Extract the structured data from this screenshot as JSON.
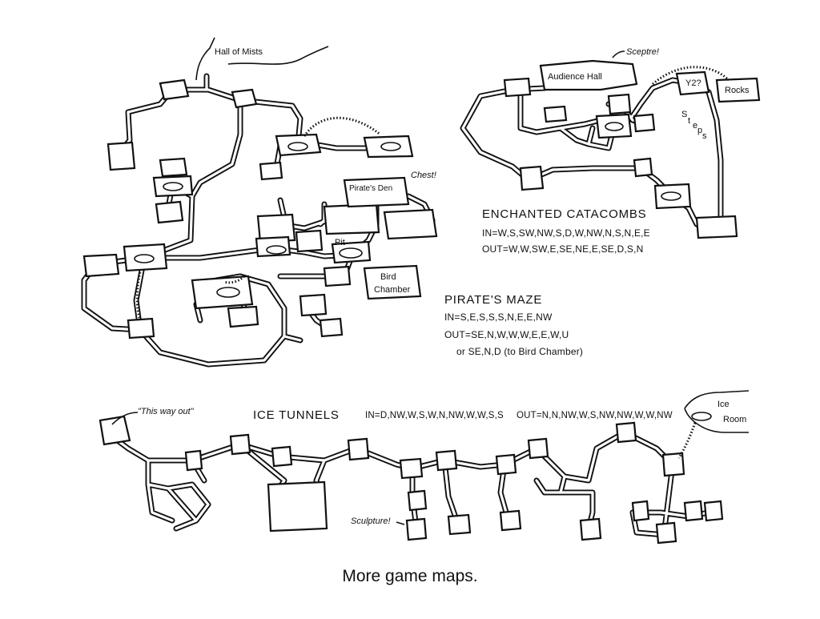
{
  "maps": {
    "pirates_maze": {
      "title": "PIRATE'S MAZE",
      "in_line": "IN=S,E,S,S,S,N,E,E,NW",
      "out_line": "OUT=SE,N,W,W,W,E,E,W,U",
      "alt_line": "or SE,N,D (to Bird Chamber)",
      "labels": {
        "hall_of_mists": "Hall of Mists",
        "pirates_den": "Pirate's Den",
        "chest": "Chest!",
        "pit": "Pit",
        "bird_chamber_1": "Bird",
        "bird_chamber_2": "Chamber"
      }
    },
    "enchanted_catacombs": {
      "title": "ENCHANTED CATACOMBS",
      "in_line": "IN=W,S,SW,NW,S,D,W,NW,N,S,N,E,E",
      "out_line": "OUT=W,W,SW,E,SE,NE,E,SE,D,S,N",
      "labels": {
        "audience_hall": "Audience Hall",
        "sceptre": "Sceptre!",
        "y2": "Y2?",
        "rocks": "Rocks",
        "steps": [
          "S",
          "t",
          "e",
          "p",
          "s"
        ]
      }
    },
    "ice_tunnels": {
      "title": "ICE TUNNELS",
      "in_line": "IN=D,NW,W,S,W,N,NW,W,W,S,S",
      "out_line": "OUT=N,N,NW,W,S,NW,NW,W,W,NW",
      "labels": {
        "this_way_out": "\"This way out\"",
        "sculpture": "Sculpture!",
        "ice_room_1": "Ice",
        "ice_room_2": "Room"
      }
    }
  },
  "caption": "More game maps."
}
